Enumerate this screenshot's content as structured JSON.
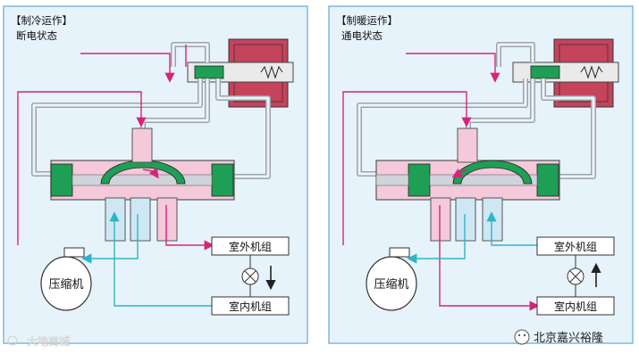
{
  "panels": [
    {
      "mode_title": "【制冷运作】",
      "state_title": "断电状态",
      "outdoor_label": "室外机组",
      "indoor_label": "室内机组",
      "compressor_label": "压缩机",
      "flow_direction": "down"
    },
    {
      "mode_title": "【制暖运作】",
      "state_title": "通电状态",
      "outdoor_label": "室外机组",
      "indoor_label": "室内机组",
      "compressor_label": "压缩机",
      "flow_direction": "up"
    }
  ],
  "watermark_left": "大地商城",
  "brand_text": "北京嘉兴裕隆",
  "colors": {
    "hot": "#d6247a",
    "cold": "#2bb5c7",
    "pipe": "#c9ced6",
    "body_pink": "#f4c9d9",
    "panel_bg": "#e7f3fb",
    "panel_border": "#7fb8dc",
    "seal_green": "#1f9e55"
  }
}
